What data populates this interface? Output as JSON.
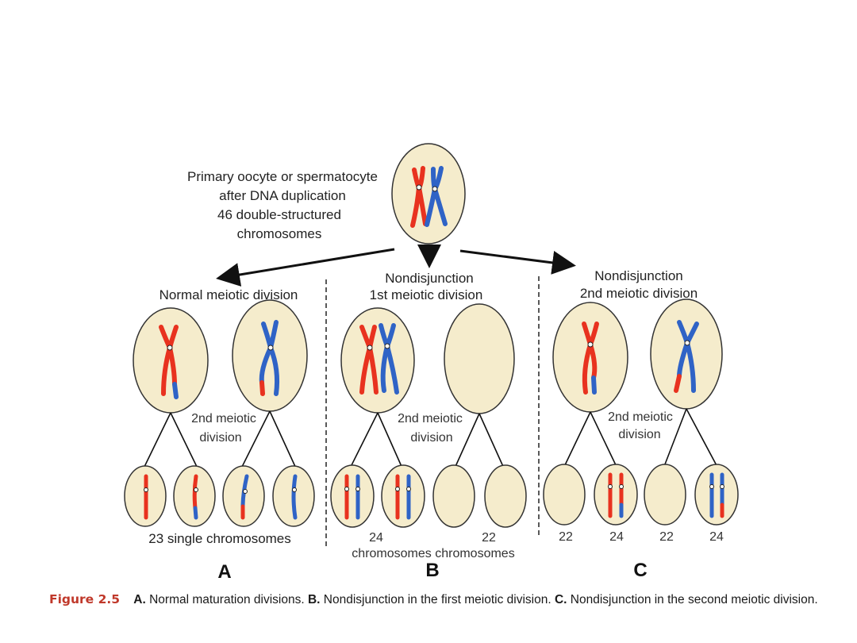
{
  "colors": {
    "cell_fill": "#f5eccc",
    "cell_stroke": "#333333",
    "maternal_chromosome": "#e8321f",
    "paternal_chromosome": "#2f63c6",
    "caption_label": "#c0392b"
  },
  "top": {
    "line1": "Primary oocyte or spermatocyte",
    "line2": "after DNA duplication",
    "line3": "46 double-structured",
    "line4": "chromosomes"
  },
  "panel_a": {
    "heading": "Normal meiotic division",
    "division_line1": "2nd meiotic",
    "division_line2": "division",
    "result": "23 single chromosomes",
    "letter": "A"
  },
  "panel_b": {
    "heading_line1": "Nondisjunction",
    "heading_line2": "1st meiotic division",
    "division_line1": "2nd meiotic",
    "division_line2": "division",
    "count_left": "24",
    "count_right": "22",
    "result": "chromosomes chromosomes",
    "letter": "B"
  },
  "panel_c": {
    "heading_line1": "Nondisjunction",
    "heading_line2": "2nd meiotic division",
    "division_line1": "2nd meiotic",
    "division_line2": "division",
    "counts": [
      "22",
      "24",
      "22",
      "24"
    ],
    "letter": "C"
  },
  "caption": {
    "figure_label": "Figure 2.5",
    "a_letter": "A.",
    "a_text": " Normal maturation divisions. ",
    "b_letter": "B.",
    "b_text": " Nondisjunction in the first meiotic division. ",
    "c_letter": "C.",
    "c_text": " Nondisjunction in the second meiotic division."
  }
}
